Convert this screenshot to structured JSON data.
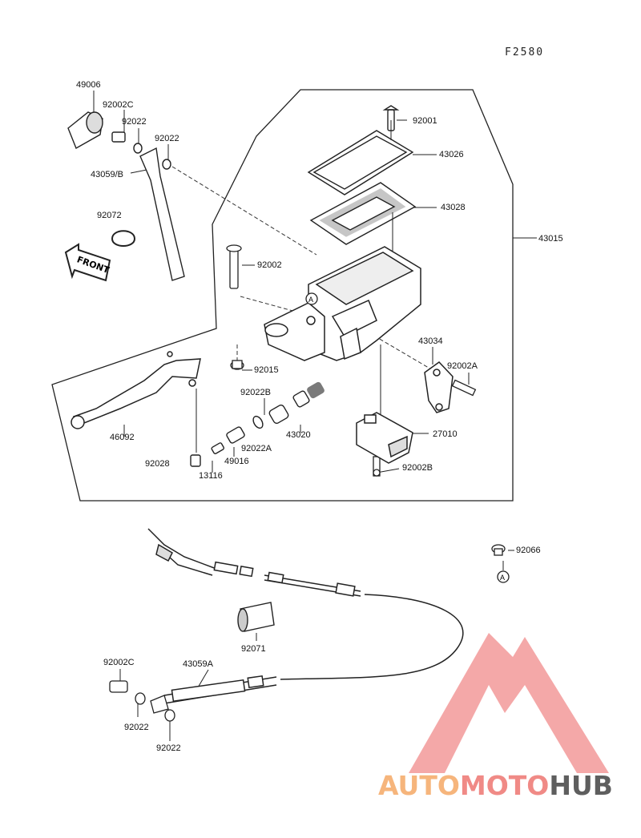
{
  "figure_code": "F2580",
  "front_tag": "FRONT",
  "circle_ref": "A",
  "parts": {
    "p49006": "49006",
    "p92002C_top": "92002C",
    "p92022_top1": "92022",
    "p92022_top2": "92022",
    "p43059B": "43059/B",
    "p92072": "92072",
    "p92001": "92001",
    "p43026": "43026",
    "p43028": "43028",
    "p43015": "43015",
    "p92002": "92002",
    "p92015": "92015",
    "p43034": "43034",
    "p92002A": "92002A",
    "p92022B": "92022B",
    "p43020": "43020",
    "p27010": "27010",
    "p46092": "46092",
    "p92022A": "92022A",
    "p49016": "49016",
    "p92028": "92028",
    "p13116": "13116",
    "p92002B": "92002B",
    "p92066": "92066",
    "p92071": "92071",
    "p92002C_bot": "92002C",
    "p43059A": "43059A",
    "p92022_bot1": "92022",
    "p92022_bot2": "92022"
  },
  "watermark": {
    "part1": "AUTO",
    "part2": "MOTO",
    "part3": "HUB",
    "color_light": "#f6b57c",
    "color_mid": "#f08a86",
    "color_dark": "#5e5e5e",
    "triangle_color": "#f3a0a0"
  }
}
